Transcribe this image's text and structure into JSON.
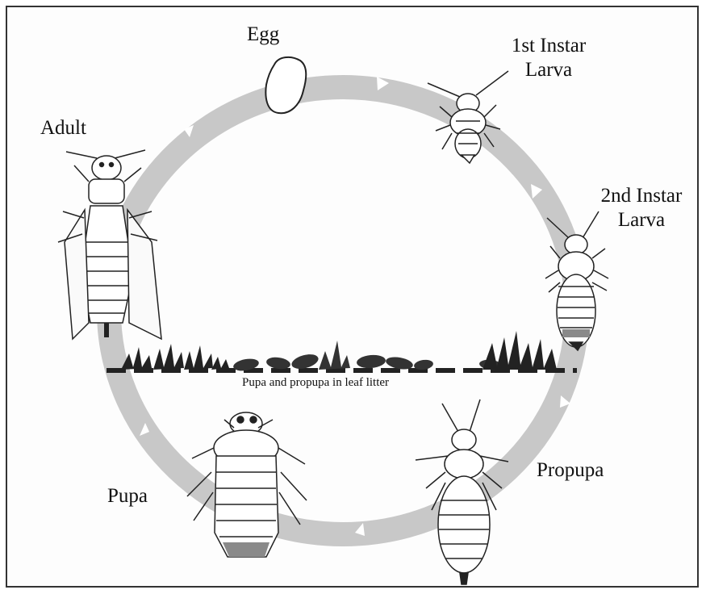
{
  "diagram": {
    "stages": {
      "egg": "Egg",
      "first_instar_line1": "1st Instar",
      "first_instar_line2": "Larva",
      "second_instar_line1": "2nd Instar",
      "second_instar_line2": "Larva",
      "propupa": "Propupa",
      "pupa": "Pupa",
      "adult": "Adult"
    },
    "ground_label": "Pupa and propupa in leaf litter"
  },
  "colors": {
    "cycle_ring": "#c8c8c8",
    "arrow": "#ffffff",
    "insect_fill": "#ffffff",
    "insect_stroke": "#222222",
    "ground": "#222222",
    "segment_shade": "#8a8a8a"
  }
}
